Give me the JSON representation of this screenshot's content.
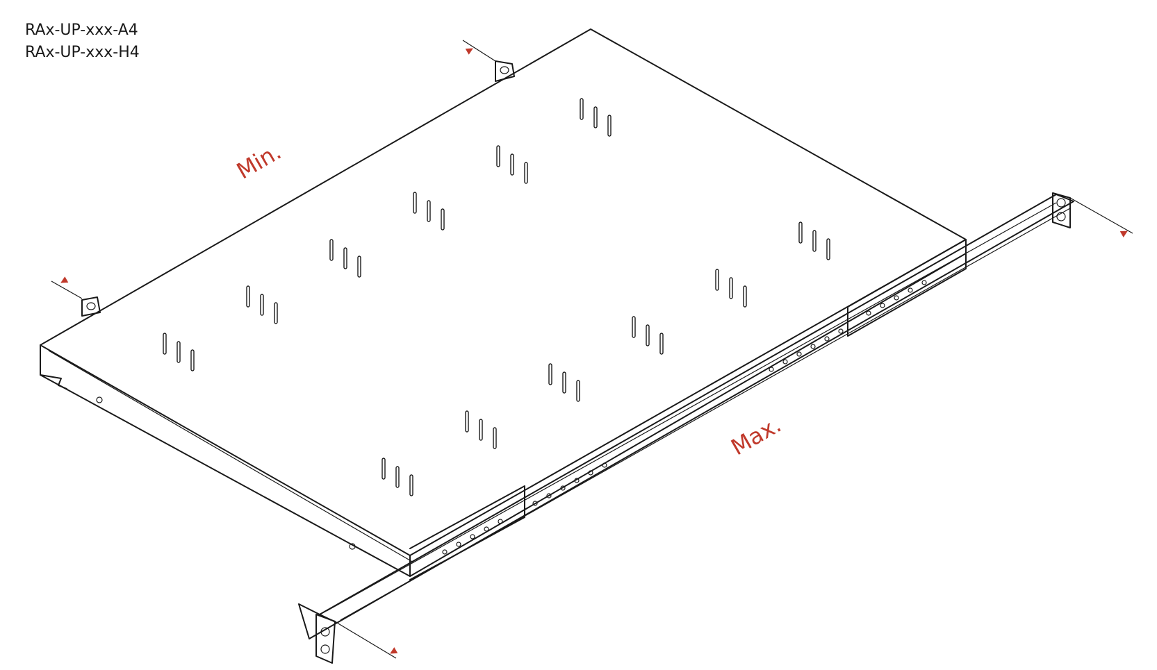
{
  "models": [
    "RAx-UP-xxx-A4",
    "RAx-UP-xxx-H4"
  ],
  "dimensions": {
    "min_label": "Min.",
    "max_label": "Max."
  },
  "colors": {
    "outline": "#1a1a1a",
    "dimension": "#c0392b"
  }
}
